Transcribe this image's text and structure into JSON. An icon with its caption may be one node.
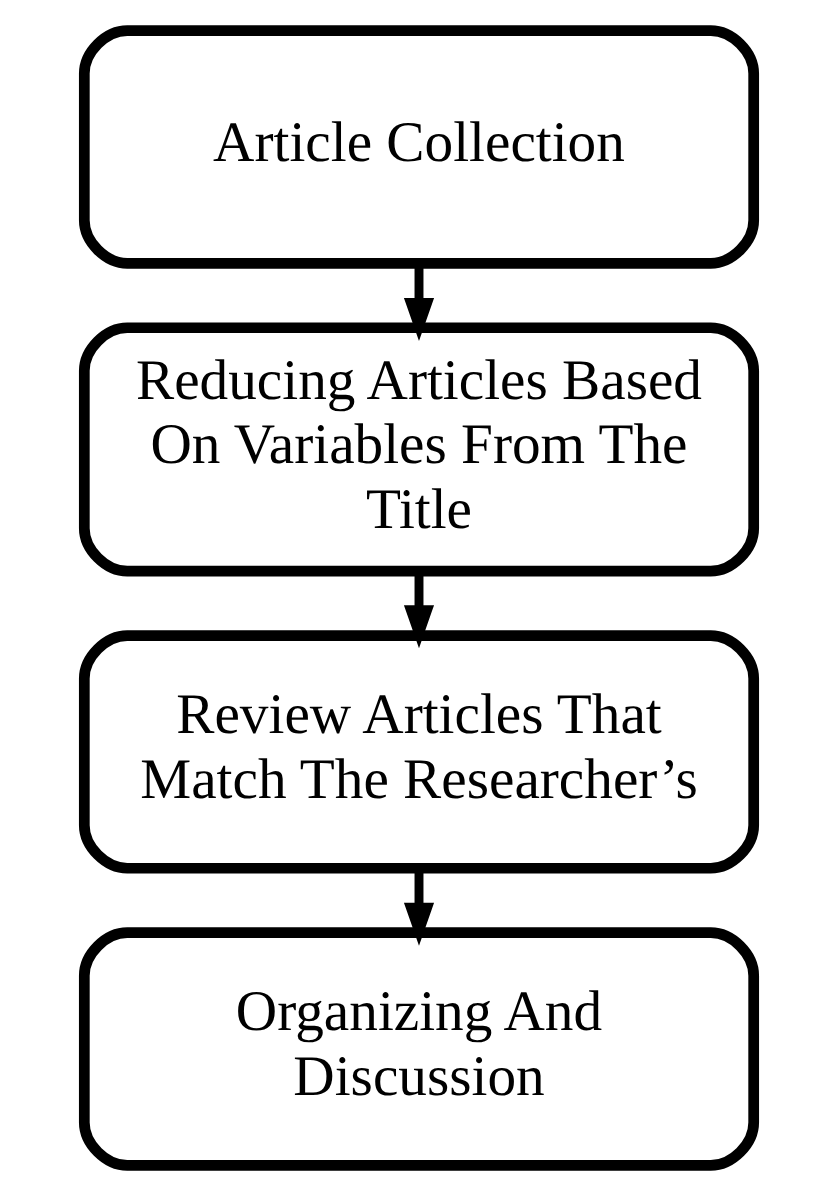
{
  "diagram": {
    "nodes": [
      {
        "text": [
          "Article Collection"
        ]
      },
      {
        "text": [
          "Reducing Articles Based On Variables From The Title"
        ]
      },
      {
        "text": [
          "Review Articles That Match The Researcher’s"
        ]
      },
      {
        "text": [
          "Organizing And Discussion"
        ]
      }
    ],
    "edges": [
      {
        "from": 0,
        "to": 1,
        "arrow": "to"
      },
      {
        "from": 1,
        "to": 2,
        "arrow": "to"
      },
      {
        "from": 2,
        "to": 3,
        "arrow": "to"
      }
    ]
  }
}
